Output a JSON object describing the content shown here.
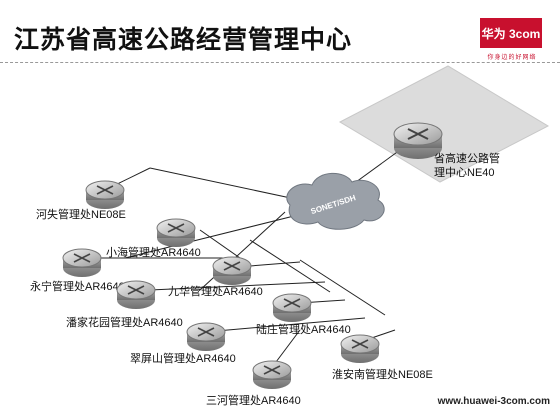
{
  "header": {
    "title": "江苏省高速公路经营管理中心",
    "logo_text": "华为 3com",
    "logo_tagline": "你身边的好网络"
  },
  "footer": {
    "url": "www.huawei-3com.com"
  },
  "cloud": {
    "label": "SONET/SDH"
  },
  "center": {
    "label_line1": "省高速公路管",
    "label_line2": "理中心NE40"
  },
  "nodes": [
    {
      "label": "河失管理处NE08E"
    },
    {
      "label": "小海管理处AR4640"
    },
    {
      "label": "永宁管理处AR4640"
    },
    {
      "label": "九华管理处AR4640"
    },
    {
      "label": "潘家花园管理处AR4640"
    },
    {
      "label": "陆庄管理处AR4640"
    },
    {
      "label": "翠屏山管理处AR4640"
    },
    {
      "label": "淮安南管理处NE08E"
    },
    {
      "label": "三河管理处AR4640"
    }
  ],
  "colors": {
    "logo_red": "#c8102e",
    "platform_fill": "#dcdcdc",
    "cloud_fill": "#9aa0a8",
    "router_fill": "#bfbfbf"
  }
}
